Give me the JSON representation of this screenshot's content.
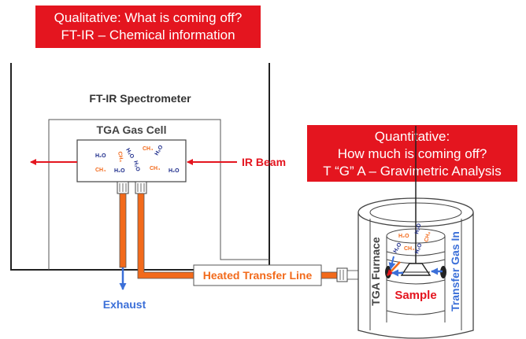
{
  "qualitative_box": {
    "line1": "Qualitative: What is coming off?",
    "line2": "FT-IR – Chemical information"
  },
  "quantitative_box": {
    "line1": "Quantitative:",
    "line2": "How much is coming off?",
    "line3": "T “G” A – Gravimetric Analysis"
  },
  "labels": {
    "spectrometer": "FT-IR Spectrometer",
    "gas_cell": "TGA Gas Cell",
    "ir_beam": "IR Beam",
    "exhaust": "Exhaust",
    "transfer_line": "Heated Transfer Line",
    "furnace": "TGA Furnace",
    "sample": "Sample",
    "transfer_gas": "Transfer Gas In"
  },
  "molecules": {
    "h2o": "H₂O",
    "ch4": "CH₄"
  },
  "colors": {
    "red": "#e4151f",
    "orange": "#f26a1b",
    "blue": "#3b6fd8",
    "navy": "#1b2a8a",
    "gray_text": "#333333"
  }
}
